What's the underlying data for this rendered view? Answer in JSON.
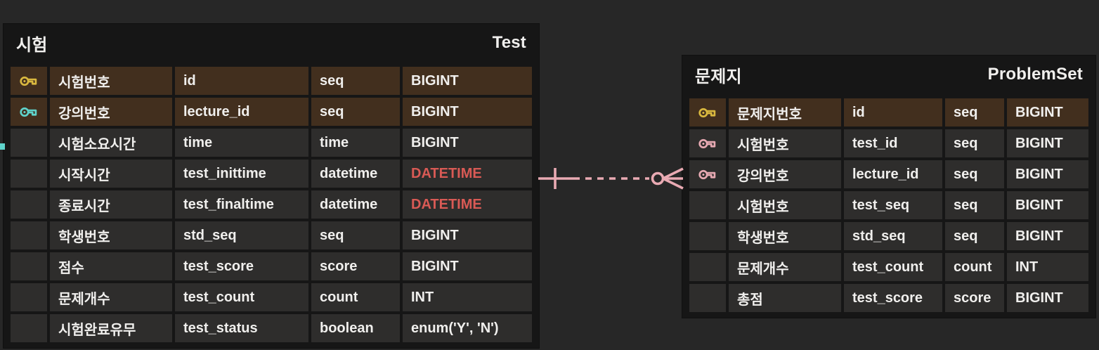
{
  "colors": {
    "canvas_bg": "#272727",
    "table_frame": "#161616",
    "cell_bg": "#2e2d2c",
    "pk_row_bg": "#422f1e",
    "text": "#f0efed",
    "type_red": "#d95a55",
    "key_yellow": "#d9b83f",
    "key_teal": "#5fd3cb",
    "key_pink": "#e6a9b2",
    "relationship_pink": "#e9aab3"
  },
  "tables": [
    {
      "logical_name": "시험",
      "physical_name": "Test",
      "rows": [
        {
          "key": "yellow",
          "highlight": true,
          "name": "시험번호",
          "field": "id",
          "domain": "seq",
          "type": "BIGINT",
          "type_red": false
        },
        {
          "key": "teal",
          "highlight": true,
          "name": "강의번호",
          "field": "lecture_id",
          "domain": "seq",
          "type": "BIGINT",
          "type_red": false
        },
        {
          "key": null,
          "highlight": false,
          "name": "시험소요시간",
          "field": "time",
          "domain": "time",
          "type": "BIGINT",
          "type_red": false
        },
        {
          "key": null,
          "highlight": false,
          "name": "시작시간",
          "field": "test_inittime",
          "domain": "datetime",
          "type": "DATETIME",
          "type_red": true
        },
        {
          "key": null,
          "highlight": false,
          "name": "종료시간",
          "field": "test_finaltime",
          "domain": "datetime",
          "type": "DATETIME",
          "type_red": true
        },
        {
          "key": null,
          "highlight": false,
          "name": "학생번호",
          "field": "std_seq",
          "domain": "seq",
          "type": "BIGINT",
          "type_red": false
        },
        {
          "key": null,
          "highlight": false,
          "name": "점수",
          "field": "test_score",
          "domain": "score",
          "type": "BIGINT",
          "type_red": false
        },
        {
          "key": null,
          "highlight": false,
          "name": "문제개수",
          "field": "test_count",
          "domain": "count",
          "type": "INT",
          "type_red": false
        },
        {
          "key": null,
          "highlight": false,
          "name": "시험완료유무",
          "field": "test_status",
          "domain": "boolean",
          "type": "enum('Y', 'N')",
          "type_red": false
        }
      ]
    },
    {
      "logical_name": "문제지",
      "physical_name": "ProblemSet",
      "rows": [
        {
          "key": "yellow",
          "highlight": true,
          "name": "문제지번호",
          "field": "id",
          "domain": "seq",
          "type": "BIGINT",
          "type_red": false
        },
        {
          "key": "pink",
          "highlight": false,
          "name": "시험번호",
          "field": "test_id",
          "domain": "seq",
          "type": "BIGINT",
          "type_red": false
        },
        {
          "key": "pink",
          "highlight": false,
          "name": "강의번호",
          "field": "lecture_id",
          "domain": "seq",
          "type": "BIGINT",
          "type_red": false
        },
        {
          "key": null,
          "highlight": false,
          "name": "시험번호",
          "field": "test_seq",
          "domain": "seq",
          "type": "BIGINT",
          "type_red": false
        },
        {
          "key": null,
          "highlight": false,
          "name": "학생번호",
          "field": "std_seq",
          "domain": "seq",
          "type": "BIGINT",
          "type_red": false
        },
        {
          "key": null,
          "highlight": false,
          "name": "문제개수",
          "field": "test_count",
          "domain": "count",
          "type": "INT",
          "type_red": false
        },
        {
          "key": null,
          "highlight": false,
          "name": "총점",
          "field": "test_score",
          "domain": "score",
          "type": "BIGINT",
          "type_red": false
        }
      ]
    }
  ],
  "relationship": {
    "from_table": "Test",
    "to_table": "ProblemSet",
    "line_style": "dashed",
    "from_cardinality": "one",
    "to_cardinality": "zero-or-many"
  },
  "offscreen_connector": {
    "description": "teal relationship stub entering from left edge",
    "color": "#5fd3cb"
  }
}
